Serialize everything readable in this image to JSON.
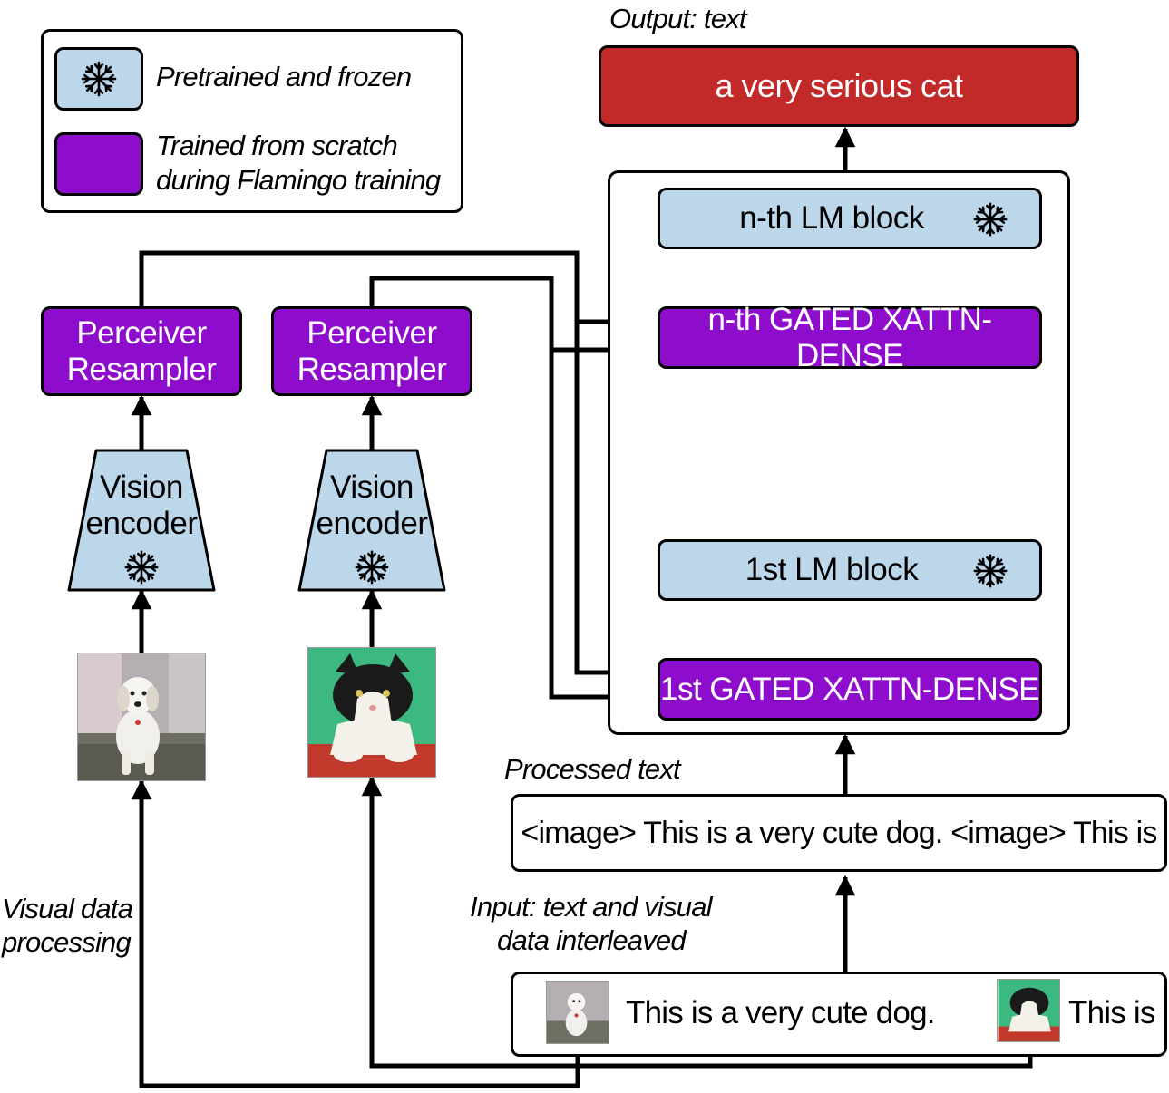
{
  "legend": {
    "frozen_label": "Pretrained and frozen",
    "trained_label_line1": "Trained from scratch",
    "trained_label_line2": "during Flamingo training",
    "frozen_icon": "snowflake-icon"
  },
  "labels": {
    "output": "Output: text",
    "processed": "Processed text",
    "input_line1": "Input: text and visual",
    "input_line2": "data interleaved",
    "visual_line1": "Visual data",
    "visual_line2": "processing"
  },
  "output_box": {
    "text": "a very serious cat"
  },
  "lm_stack": {
    "nth_lm": "n-th LM block",
    "nth_xattn": "n-th GATED XATTN-DENSE",
    "first_lm": "1st LM block",
    "first_xattn": "1st GATED XATTN-DENSE"
  },
  "resampler": {
    "line1": "Perceiver",
    "line2": "Resampler"
  },
  "encoder": {
    "line1": "Vision",
    "line2": "encoder"
  },
  "processed_text": "<image> This is a very cute dog. <image> This is",
  "input_text": {
    "part1": "This is a very cute dog.",
    "part2": "This is"
  },
  "images": {
    "dog": "dog-photo",
    "cat": "cat-photo"
  },
  "colors": {
    "frozen": "#bcd6ea",
    "trained": "#8e0ccc",
    "output": "#c22a2a",
    "cat_background": "#3cb881"
  }
}
